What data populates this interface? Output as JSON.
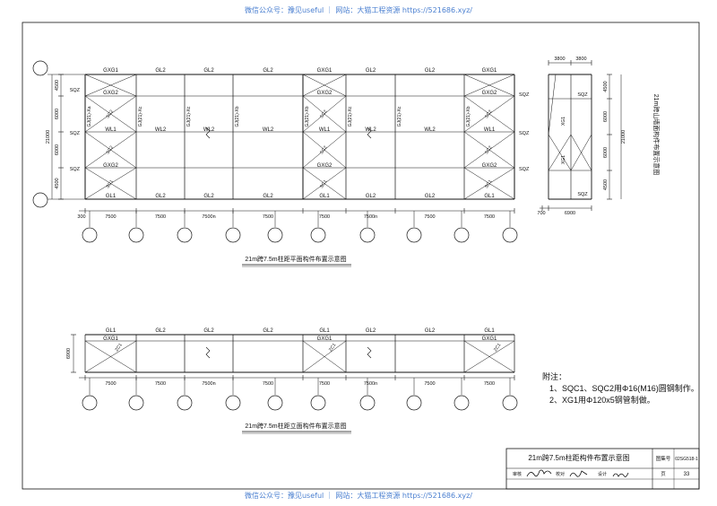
{
  "watermark": "微信公众号：豫见useful ｜ 网站：大猫工程资源 https://521686.xyz/",
  "plan": {
    "caption": "21m跨7.5m柱距平面构件布置示意图",
    "grid_dims": [
      "4500",
      "6000",
      "6000",
      "4500"
    ],
    "total_dim": "21000",
    "bay_labels": [
      "7500",
      "7500",
      "7500n",
      "7500",
      "7500",
      "7500n",
      "7500",
      "7500"
    ],
    "end_offset": "300",
    "labels": {
      "GXG1": "GXG1",
      "GXG2": "GXG2",
      "GL1": "GL1",
      "GL2": "GL2",
      "WL1": "WL1",
      "WL2": "WL2",
      "SQZ": "SQZ",
      "SC1": "SC1",
      "SC2": "SC2",
      "GJ21Xb": "GJ(21)-Xb",
      "GJ21Xc": "GJ(21)-Xc",
      "GJ21Xa": "GJ(21)-Xa"
    }
  },
  "gable": {
    "caption": "21m跨山墙面构件布置示意图",
    "top_dims": [
      "3800",
      "3800"
    ],
    "bottom_dims": [
      "700",
      "6900"
    ],
    "side_dims": [
      "4500",
      "6000",
      "6000",
      "4500"
    ],
    "total_dim": "21000",
    "labels": {
      "SQZ": "SQZ",
      "XG1": "XG1"
    }
  },
  "elevation": {
    "caption": "21m跨7.5m柱距立面构件布置示意图",
    "height": "6900",
    "bay_labels": [
      "7500",
      "7500",
      "7500n",
      "7500",
      "7500",
      "7500n",
      "7500",
      "7500"
    ],
    "labels": {
      "GL1": "GL1",
      "GL2": "GL2",
      "GXG1": "GXG1",
      "ZC1": "ZC1"
    }
  },
  "notes": {
    "title": "附注：",
    "items": [
      "1、SQC1、SQC2用Φ16(M16)圆钢制作。",
      "2、XG1用Φ120x5钢管制做。"
    ]
  },
  "title_block": {
    "title": "21m跨7.5m柱距构件布置示意图",
    "atlas_label": "图集号",
    "atlas_no": "02SG518-1",
    "review_label": "审核",
    "check_label": "校对",
    "design_label": "设计",
    "page_label": "页",
    "page_no": "33"
  }
}
